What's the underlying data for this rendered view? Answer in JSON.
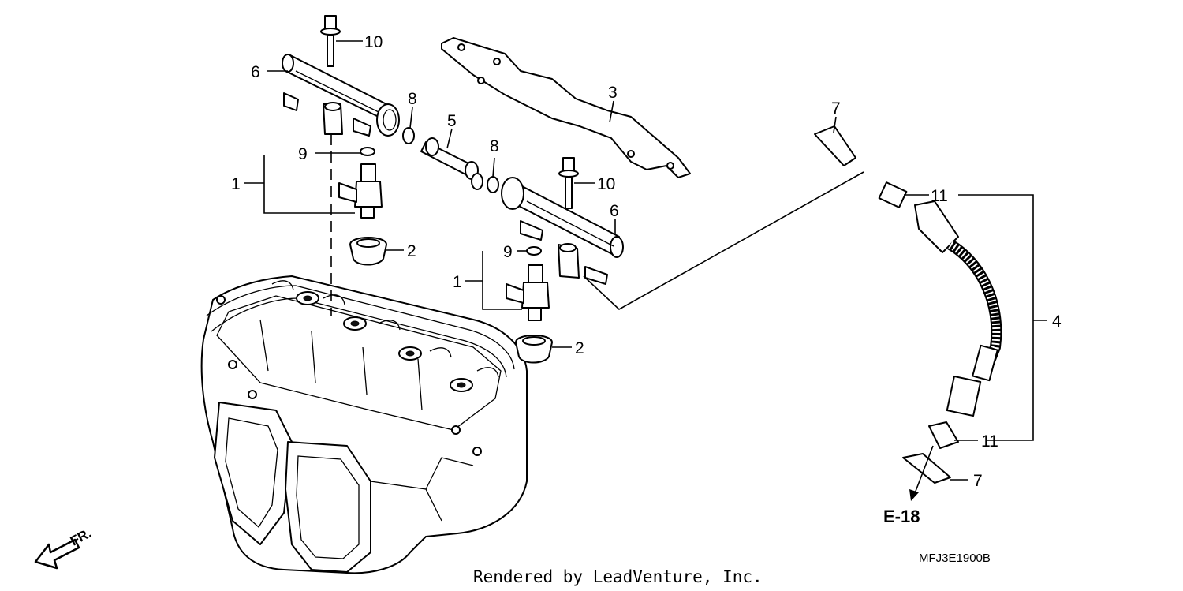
{
  "callouts": {
    "c1a": "1",
    "c1b": "1",
    "c2a": "2",
    "c2b": "2",
    "c3": "3",
    "c4": "4",
    "c5": "5",
    "c6a": "6",
    "c6b": "6",
    "c7a": "7",
    "c7b": "7",
    "c8a": "8",
    "c8b": "8",
    "c9a": "9",
    "c9b": "9",
    "c10a": "10",
    "c10b": "10",
    "c11a": "11",
    "c11b": "11"
  },
  "reference": "E-18",
  "front_marker": "FR.",
  "diagram_code": "MFJ3E1900B",
  "credit": "Rendered by LeadVenture, Inc."
}
